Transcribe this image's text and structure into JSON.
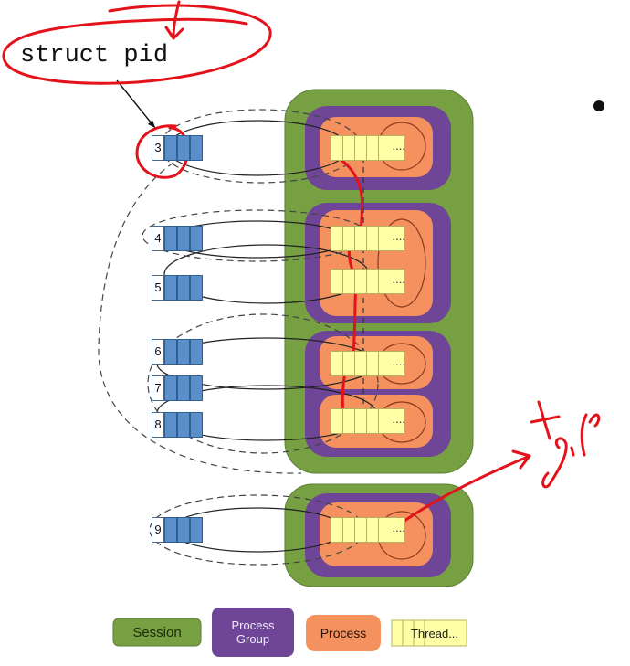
{
  "title": "struct pid",
  "pids": [
    "3",
    "4",
    "5",
    "6",
    "7",
    "8",
    "9"
  ],
  "thread_ellipsis": "....",
  "legend": {
    "session": "Session",
    "process_group_line1": "Process",
    "process_group_line2": "Group",
    "process": "Process",
    "thread": "Thread..."
  },
  "annotation": "tgid",
  "colors": {
    "session": "#77a043",
    "process_group": "#6f4597",
    "process": "#f5915e",
    "thread": "#ffffa6",
    "pid": "#5b8fc9",
    "ink": "#e3121b"
  }
}
